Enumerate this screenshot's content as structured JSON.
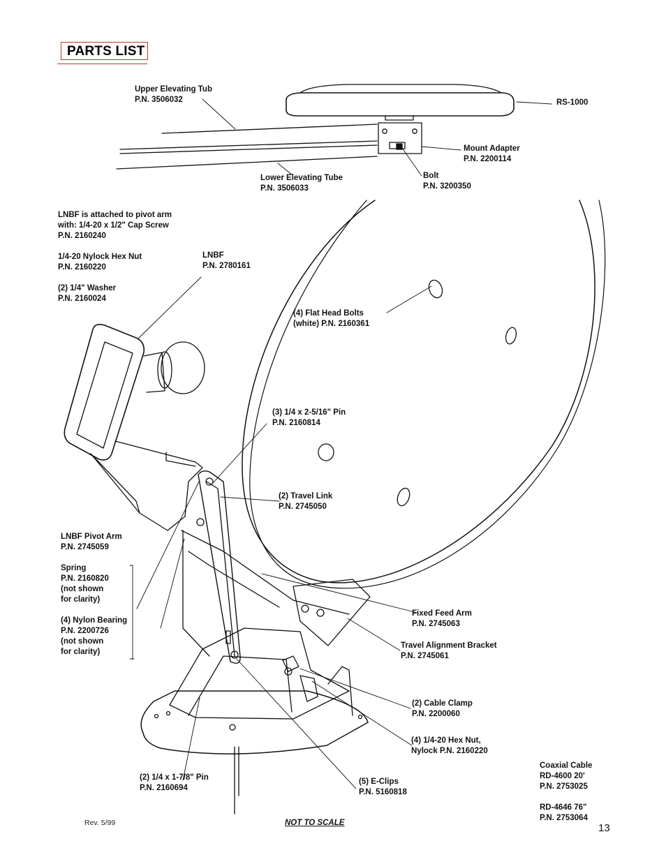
{
  "title": "PARTS LIST",
  "labels": {
    "upper_tube": [
      "Upper Elevating Tub",
      "P.N. 3506032"
    ],
    "rs1000": [
      "RS-1000"
    ],
    "mount_adapter": [
      "Mount Adapter",
      "P.N. 2200114"
    ],
    "lower_tube": [
      "Lower Elevating Tube",
      "P.N. 3506033"
    ],
    "bolt": [
      "Bolt",
      "P.N. 3200350"
    ],
    "lnbf_attach": [
      "LNBF is attached to pivot arm",
      "with: 1/4-20 x 1/2\" Cap Screw",
      "P.N. 2160240"
    ],
    "nylock_nut": [
      "1/4-20 Nylock Hex Nut",
      "P.N. 2160220"
    ],
    "washer": [
      "(2) 1/4\" Washer",
      "P.N. 2160024"
    ],
    "lnbf": [
      "LNBF",
      "P.N. 2780161"
    ],
    "flat_bolts": [
      "(4) Flat Head Bolts",
      "(white) P.N. 2160361"
    ],
    "pin_3": [
      "(3) 1/4 x 2-5/16\" Pin",
      "P.N. 2160814"
    ],
    "travel_link": [
      "(2) Travel Link",
      "P.N. 2745050"
    ],
    "pivot_arm": [
      "LNBF Pivot Arm",
      "P.N. 2745059"
    ],
    "spring": [
      "Spring",
      "P.N. 2160820",
      "(not shown",
      "for clarity)"
    ],
    "nylon_bearing": [
      "(4) Nylon Bearing",
      "P.N. 2200726",
      "(not shown",
      "for clarity)"
    ],
    "fixed_feed": [
      "Fixed Feed Arm",
      "P.N. 2745063"
    ],
    "travel_bracket": [
      "Travel Alignment Bracket",
      "P.N. 2745061"
    ],
    "cable_clamp": [
      "(2) Cable Clamp",
      "P.N. 2200060"
    ],
    "hex_nut": [
      "(4) 1/4-20 Hex Nut,",
      "Nylock P.N. 2160220"
    ],
    "coax": [
      "Coaxial Cable",
      "RD-4600 20'",
      "P.N. 2753025",
      "",
      "RD-4646 76\"",
      "P.N. 2753064"
    ],
    "pin_2": [
      "(2) 1/4 x 1-7/8\" Pin",
      "P.N. 2160694"
    ],
    "eclips": [
      "(5) E-Clips",
      "P.N. 5160818"
    ]
  },
  "footer": {
    "rev": "Rev. 5/99",
    "not_to_scale": "NOT TO SCALE",
    "page_number": "13"
  },
  "colors": {
    "accent": "#c0392b",
    "line": "#111111"
  }
}
